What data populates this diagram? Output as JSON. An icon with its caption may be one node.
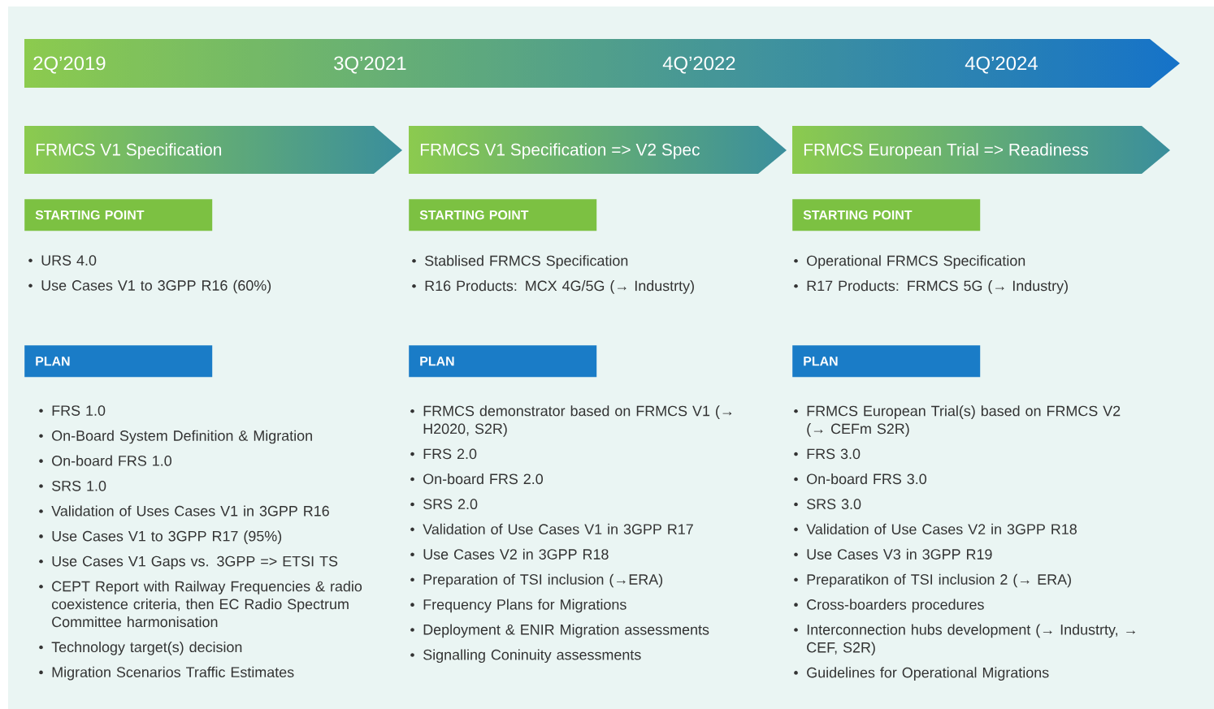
{
  "diagram": {
    "nodes": [
      {
        "text": [
          "2Q’2019",
          "3Q’2021",
          "4Q’2022",
          "4Q’2024"
        ]
      },
      {
        "text": [
          "FRMCS V1 Specification"
        ]
      },
      {
        "text": [
          "FRMCS V1 Specification => V2 Spec"
        ]
      },
      {
        "text": [
          "FRMCS European Trial => Readiness"
        ]
      },
      {
        "text": [
          "STARTING POINT"
        ]
      },
      {
        "text": [
          "STARTING POINT"
        ]
      },
      {
        "text": [
          "STARTING POINT"
        ]
      },
      {
        "text": [
          "PLAN"
        ]
      },
      {
        "text": [
          "PLAN"
        ]
      },
      {
        "text": [
          "PLAN"
        ]
      }
    ],
    "labels": [
      "URS 4.0",
      "Use Cases V1 to 3GPP R16 (60%)",
      "Stablised FRMCS Specification",
      "R16 Products: MCX 4G/5G (→ Industrty)",
      "Operational FRMCS Specification",
      "R17 Products: FRMCS 5G (→ Industry)",
      "FRS 1.0",
      "On-Board System Definition & Migration",
      "On-board FRS 1.0",
      "SRS 1.0",
      "Validation of Uses Cases V1 in 3GPP R16",
      "Use Cases V1 to 3GPP R17 (95%)",
      "Use Cases V1 Gaps vs. 3GPP => ETSI TS",
      "CEPT Report with Railway Frequencies & radio coexistence criteria, then EC Radio Spectrum Committee harmonisation",
      "Technology target(s) decision",
      "Migration Scenarios Traffic Estimates",
      "FRMCS demonstrator based on FRMCS V1 (→ H2020, S2R)",
      "FRS 2.0",
      "On-board FRS 2.0",
      "SRS 2.0",
      "Validation of Use Cases V1 in 3GPP R17",
      "Use Cases V2 in 3GPP R18",
      "Preparation of TSI inclusion (→ERA)",
      "Frequency Plans for Migrations",
      "Deployment & ENIR Migration assessments",
      "Signalling Coninuity assessments",
      "FRMCS European Trial(s) based on FRMCS V2 (→ CEFm S2R)",
      "FRS 3.0",
      "On-board FRS 3.0",
      "SRS 3.0",
      "Validation of Use Cases V2 in 3GPP R18",
      "Use Cases V3 in 3GPP R19",
      "Preparatikon of TSI inclusion 2 (→ ERA)",
      "Cross-boarders procedures",
      "Interconnection hubs development (→ Industrty, → CEF, S2R)",
      "Guidelines for Operational Migrations"
    ]
  }
}
